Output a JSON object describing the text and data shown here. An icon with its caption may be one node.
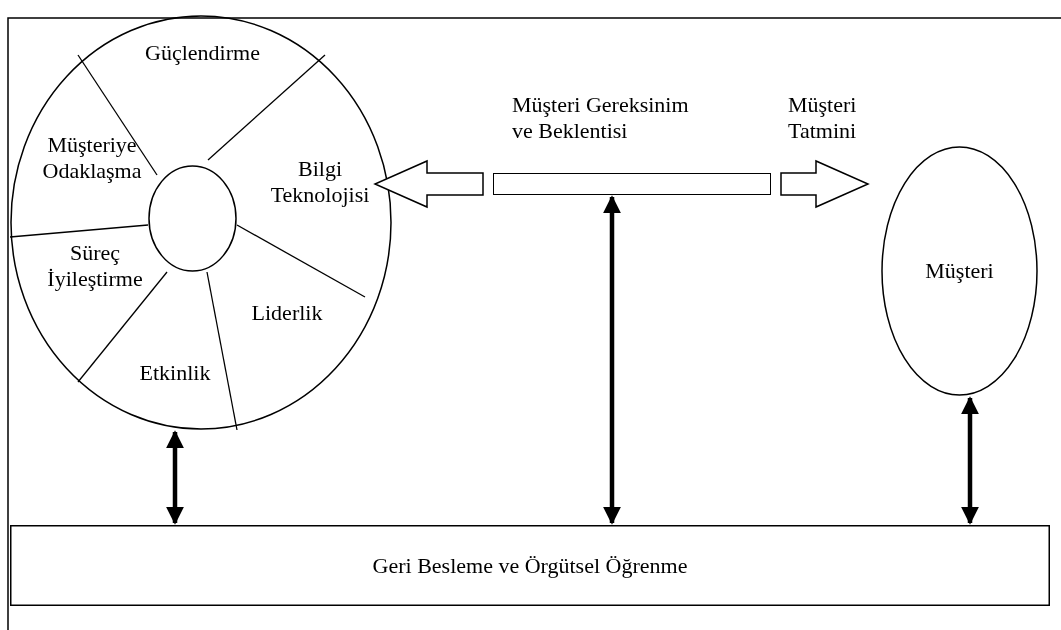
{
  "diagram": {
    "nodes": [
      {
        "text": [],
        "shape": "circle"
      },
      {
        "text": [
          "Güçlendirme"
        ],
        "in": 0
      },
      {
        "text": [
          "Müşteriye Odaklaşma"
        ],
        "in": 0
      },
      {
        "text": [
          "Bilgi Teknolojisi"
        ],
        "in": 0
      },
      {
        "text": [
          "Süreç İyileştirme"
        ],
        "in": 0
      },
      {
        "text": [
          "Liderlik"
        ],
        "in": 0
      },
      {
        "text": [
          "Etkinlik"
        ],
        "in": 0
      },
      {
        "text": [],
        "shape": "circle",
        "in": 0
      },
      {
        "text": [],
        "shape": "bar"
      },
      {
        "text": [
          "Müşteri"
        ]
      },
      {
        "text": [
          "Geri Besleme ve Örgütsel Öğrenme"
        ]
      }
    ],
    "edges": [
      {
        "from": 8,
        "to": 0,
        "arrow": "to"
      },
      {
        "from": 8,
        "to": 9,
        "arrow": "to"
      },
      {
        "from": 0,
        "to": 10,
        "arrow": "both"
      },
      {
        "from": 8,
        "to": 10,
        "arrow": "both"
      },
      {
        "from": 9,
        "to": 10,
        "arrow": "both"
      }
    ],
    "labels": [
      "Müşteri Gereksinim ve Beklentisi",
      "Müşteri Tatmini"
    ]
  }
}
